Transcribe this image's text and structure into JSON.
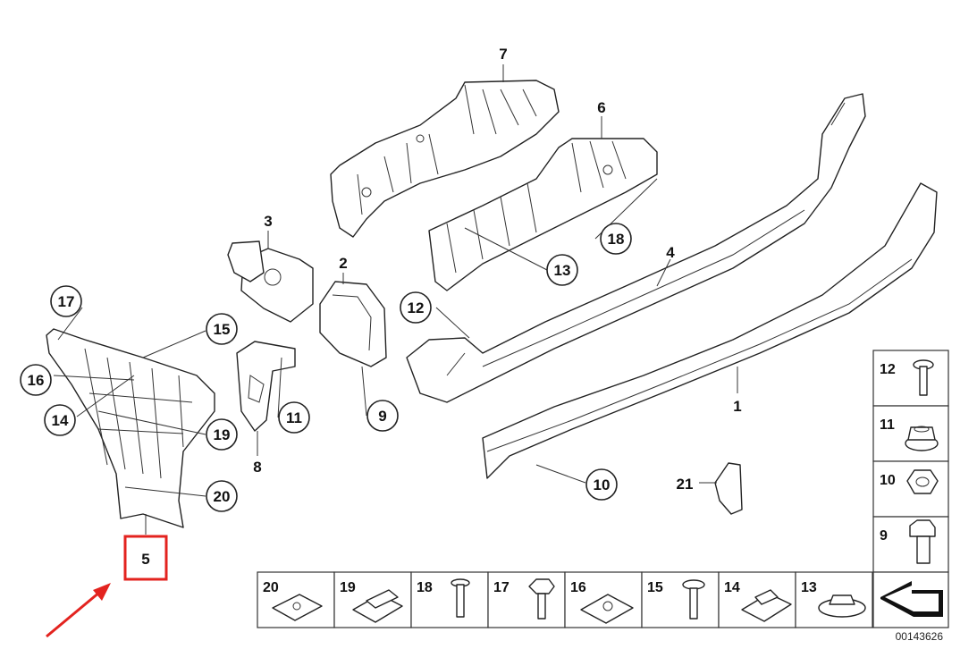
{
  "diagram": {
    "document_number": "00143626",
    "highlight_color": "#e3231f",
    "callouts_plain": [
      "7",
      "6",
      "4",
      "3",
      "2",
      "1",
      "8"
    ],
    "callouts_circled": [
      "18",
      "13",
      "12",
      "17",
      "15",
      "16",
      "14",
      "19",
      "11",
      "9",
      "20",
      "10"
    ],
    "highlighted_callout": "5",
    "part_21_label": "21",
    "hardware_column": [
      {
        "num": "12",
        "icon": "bolt-icon"
      },
      {
        "num": "11",
        "icon": "flange-nut-icon"
      },
      {
        "num": "10",
        "icon": "hex-nut-icon"
      },
      {
        "num": "9",
        "icon": "hex-bolt-icon"
      }
    ],
    "hardware_row": [
      {
        "num": "20",
        "icon": "clip-nut-icon"
      },
      {
        "num": "19",
        "icon": "clip-nut-icon"
      },
      {
        "num": "18",
        "icon": "push-rivet-icon"
      },
      {
        "num": "17",
        "icon": "screw-icon"
      },
      {
        "num": "16",
        "icon": "spring-nut-icon"
      },
      {
        "num": "15",
        "icon": "screw-icon"
      },
      {
        "num": "14",
        "icon": "clip-icon"
      },
      {
        "num": "13",
        "icon": "washer-nut-icon"
      }
    ]
  }
}
